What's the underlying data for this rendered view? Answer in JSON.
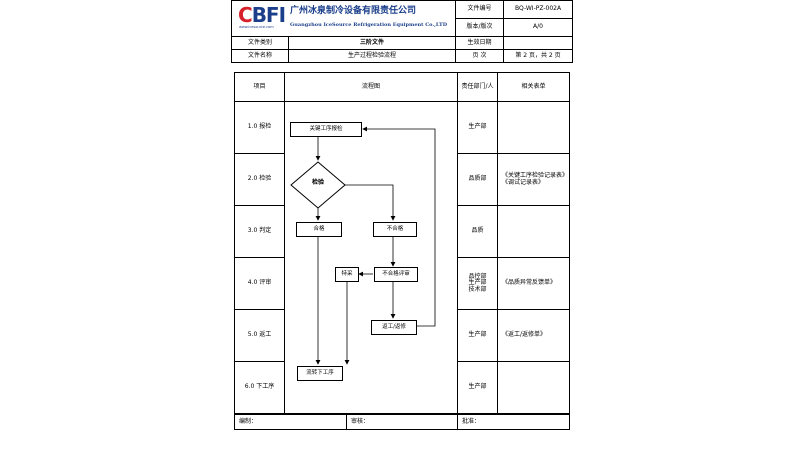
{
  "company": {
    "logo_text_c": "C",
    "logo_text_rest": "BFI",
    "logo_sub": "www.icesource.com",
    "name_cn": "广州冰泉制冷设备有限责任公司",
    "name_en": "Guangzhou IceSource Refrigeration Equipment Co.,LTD"
  },
  "header": {
    "doc_no_label": "文件编号",
    "doc_no_value": "BQ-WI-PZ-002A",
    "version_label": "版本/版次",
    "version_value": "A/0",
    "category_label": "文件类别",
    "category_value": "三阶文件",
    "effective_label": "生效日期",
    "effective_value": "",
    "name_label": "文件名称",
    "name_value": "生产过程检验流程",
    "page_label": "页    次",
    "page_value": "第 2 页，共 2 页"
  },
  "table": {
    "col_item": "项目",
    "col_flow": "流程图",
    "col_dept": "责任部门/人",
    "col_forms": "相关表单",
    "rows": [
      {
        "item": "1.0 报检",
        "dept": "生产部",
        "forms": ""
      },
      {
        "item": "2.0 检验",
        "dept": "品质部",
        "forms": "《关键工序检验记录表》\n《调试记录表》"
      },
      {
        "item": "3.0 判定",
        "dept": "品质",
        "forms": ""
      },
      {
        "item": "4.0 评审",
        "dept": "品控部\n生产部\n技术部",
        "forms": "《品质异常反馈单》"
      },
      {
        "item": "5.0 返工",
        "dept": "生产部",
        "forms": "《返工/返修单》"
      },
      {
        "item": "6.0 下工序",
        "dept": "生产部",
        "forms": ""
      }
    ]
  },
  "flow": {
    "start": "关键工序报检",
    "decision": "检验",
    "pass": "合格",
    "fail": "不合格",
    "special": "特采",
    "review": "不合格评审",
    "rework": "返工/返修",
    "next": "流转下工序"
  },
  "footer": {
    "editor_label": "编制：",
    "reviewer_label": "审核：",
    "approver_label": "批准："
  }
}
